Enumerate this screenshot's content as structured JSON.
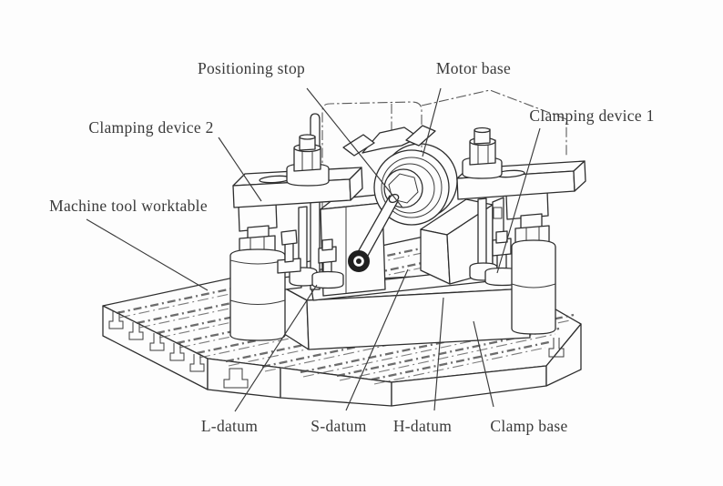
{
  "figure": {
    "labels": {
      "positioning_stop": "Positioning stop",
      "motor_base": "Motor base",
      "clamping_device_2": "Clamping device 2",
      "clamping_device_1": "Clamping device 1",
      "machine_tool_worktable": "Machine tool worktable",
      "l_datum": "L-datum",
      "s_datum": "S-datum",
      "h_datum": "H-datum",
      "clamp_base": "Clamp base"
    },
    "colors": {
      "line": "#2e2e2e",
      "background": "#fdfdfd",
      "label_text": "#3a3a3a"
    }
  }
}
